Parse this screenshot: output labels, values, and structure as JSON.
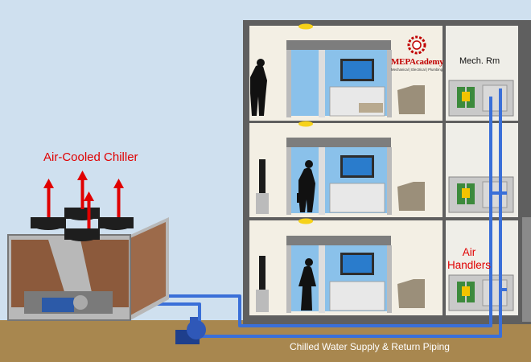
{
  "labels": {
    "chiller": "Air-Cooled Chiller",
    "air_handlers_line1": "Air",
    "air_handlers_line2": "Handlers",
    "mech_room": "Mech. Rm",
    "piping": "Chilled Water Supply & Return Piping"
  },
  "logo": {
    "name": "MEPAcademy",
    "tagline": "Mechanical | Electrical | Plumbing"
  },
  "colors": {
    "sky": "#cfe0ef",
    "ground": "#a8874f",
    "label_red": "#e00000",
    "pipe": "#3a6fd8",
    "arrow": "#e00000",
    "building_wall": "#6a6a6a",
    "room_wall": "#f2efe6"
  },
  "icons": [
    "chiller-unit",
    "pump-icon",
    "air-handler-unit",
    "person-silhouette",
    "armchair-icon",
    "tv-monitor-icon",
    "speaker-icon",
    "ceiling-light-icon",
    "gear-logo-icon"
  ]
}
